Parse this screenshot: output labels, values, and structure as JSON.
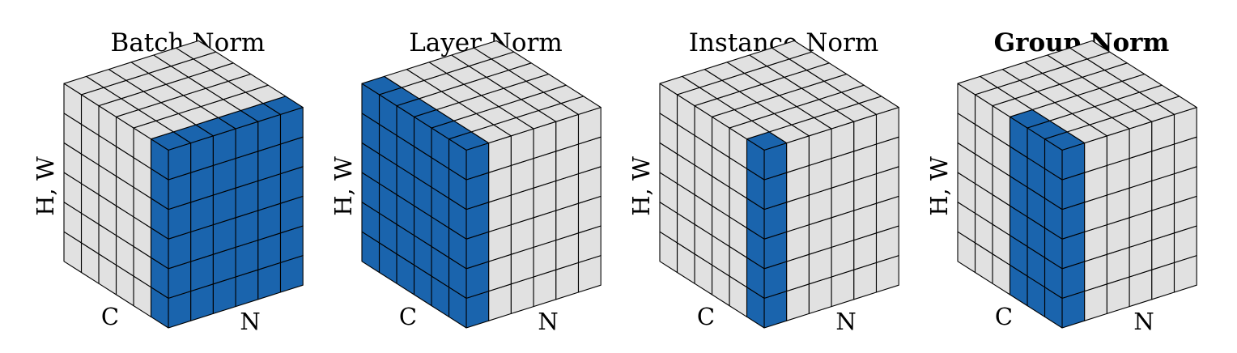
{
  "colors": {
    "highlight": "#1a64ad",
    "cell": "#e1e1e1",
    "stroke": "#000000",
    "background": "#ffffff"
  },
  "grid": {
    "n": 6,
    "c": 6,
    "hw": 6
  },
  "labels": {
    "hw": "H, W",
    "c": "C",
    "n": "N"
  },
  "panels": [
    {
      "title": "Batch Norm",
      "bold": false,
      "highlight": {
        "c": [
          0,
          0
        ],
        "n": [
          0,
          5
        ]
      }
    },
    {
      "title": "Layer Norm",
      "bold": false,
      "highlight": {
        "c": [
          0,
          5
        ],
        "n": [
          0,
          0
        ]
      }
    },
    {
      "title": "Instance Norm",
      "bold": false,
      "highlight": {
        "c": [
          0,
          0
        ],
        "n": [
          0,
          0
        ]
      }
    },
    {
      "title": "Group Norm",
      "bold": true,
      "highlight": {
        "c": [
          0,
          2
        ],
        "n": [
          0,
          0
        ]
      }
    }
  ]
}
